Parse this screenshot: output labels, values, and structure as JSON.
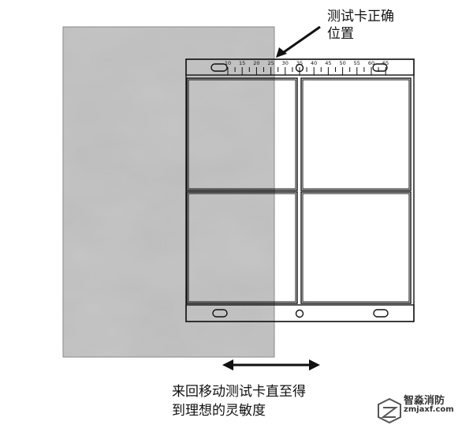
{
  "labels": {
    "card_position_line1": "测试卡正确",
    "card_position_line2": "位置",
    "movement_line1": "来回移动测试卡直至得",
    "movement_line2": "到理想的灵敏度"
  },
  "ruler": {
    "ticks": [
      "10",
      "15",
      "20",
      "25",
      "30",
      "35",
      "40",
      "45",
      "50",
      "55",
      "60",
      "65"
    ]
  },
  "watermark": {
    "name": "智淼消防",
    "url": "zmjaxf.com"
  },
  "colors": {
    "panel_gray": "#b9b9b9",
    "line": "#111111"
  }
}
